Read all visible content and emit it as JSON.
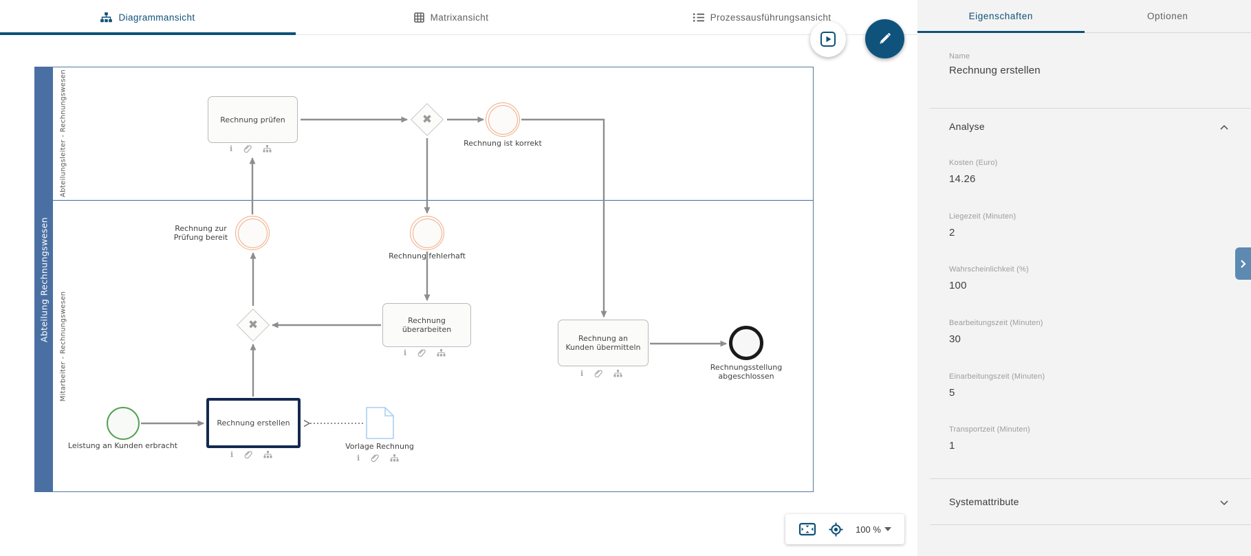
{
  "canvas": {
    "tabs": [
      {
        "label": "Diagrammansicht",
        "active": true,
        "icon": "sitemap-icon"
      },
      {
        "label": "Matrixansicht",
        "active": false,
        "icon": "grid-icon"
      },
      {
        "label": "Prozessausführungsansicht",
        "active": false,
        "icon": "list-icon"
      }
    ],
    "controls": {
      "zoom": "100 %"
    }
  },
  "diagram": {
    "pool": {
      "label": "Abteilung Rechnungswesen"
    },
    "lanes": [
      {
        "label": "Abteilungsleiter - Rechnungswesen"
      },
      {
        "label": "Mitarbeiter - Rechnungswesen"
      }
    ],
    "tasks": [
      {
        "label": "Rechnung prüfen",
        "selected": false
      },
      {
        "label": "Rechnung überarbeiten",
        "selected": false
      },
      {
        "label": "Rechnung an Kunden übermitteln",
        "selected": false
      },
      {
        "label": "Rechnung erstellen",
        "selected": true
      }
    ],
    "events": [
      {
        "label": "Rechnung ist korrekt",
        "type": "intermediate"
      },
      {
        "label": "Rechnung zur Prüfung bereit",
        "type": "intermediate"
      },
      {
        "label": "Rechnung fehlerhaft",
        "type": "intermediate"
      },
      {
        "label": "Leistung an Kunden erbracht",
        "type": "start"
      },
      {
        "label": "Rechnungsstellung abgeschlossen",
        "type": "end"
      }
    ],
    "data_objects": [
      {
        "label": "Vorlage Rechnung"
      }
    ]
  },
  "panel": {
    "tabs": [
      {
        "label": "Eigenschaften",
        "active": true
      },
      {
        "label": "Optionen",
        "active": false
      }
    ],
    "name": {
      "label": "Name",
      "value": "Rechnung erstellen"
    },
    "analyse": {
      "title": "Analyse",
      "fields": [
        {
          "label": "Kosten (Euro)",
          "value": "14.26"
        },
        {
          "label": "Liegezeit (Minuten)",
          "value": "2"
        },
        {
          "label": "Wahrscheinlichkeit (%)",
          "value": "100"
        },
        {
          "label": "Bearbeitungszeit (Minuten)",
          "value": "30"
        },
        {
          "label": "Einarbeitungszeit (Minuten)",
          "value": "5"
        },
        {
          "label": "Transportzeit (Minuten)",
          "value": "1"
        }
      ]
    },
    "system": {
      "title": "Systemattribute"
    }
  },
  "colors": {
    "primary": "#0d5178",
    "pool_header": "#4a70a3",
    "selection": "#14294f",
    "event_intermediate": "#f1ad85",
    "event_start": "#55a153",
    "expander": "#5c8ab1"
  }
}
